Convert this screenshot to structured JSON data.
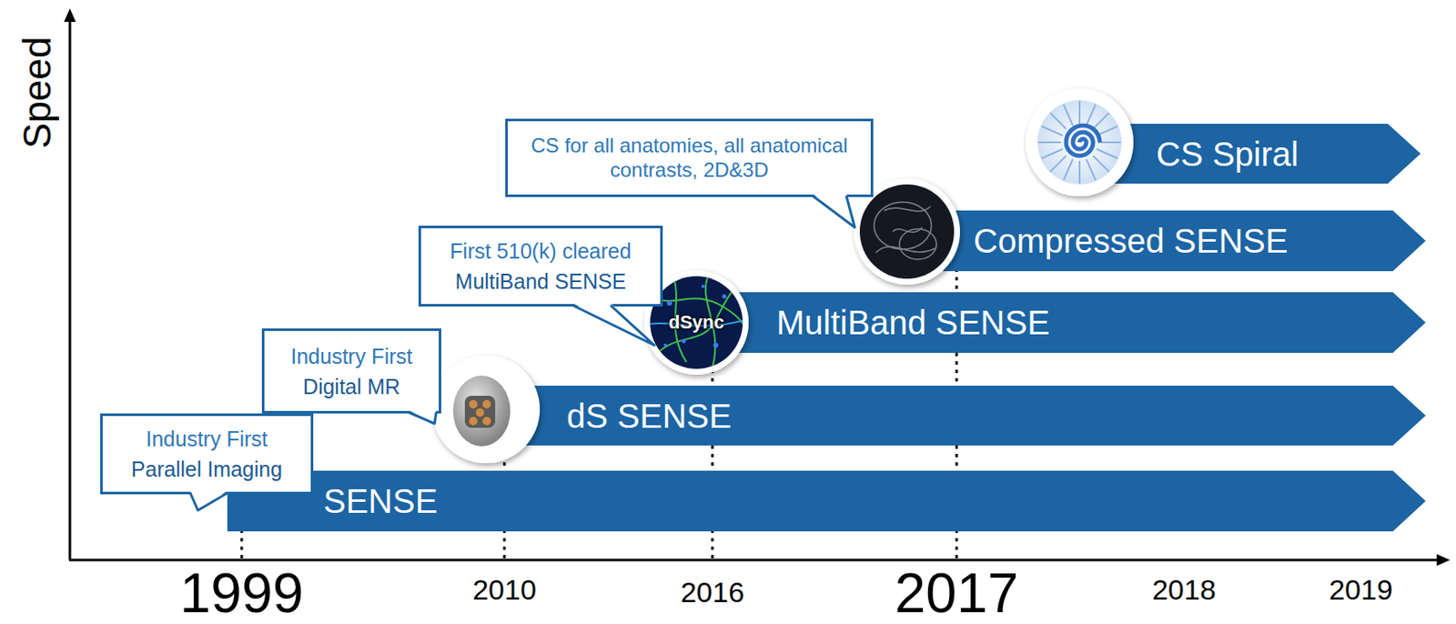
{
  "diagram": {
    "nodes": [
      {
        "text": [
          "CS for all anatomies, all anatomical contrasts, 2D&3D"
        ]
      },
      {
        "text": [
          "CS Spiral"
        ]
      },
      {
        "text": [
          "Compressed SENSE"
        ]
      },
      {
        "text": [
          "First 510(k) cleared",
          "MultiBand SENSE"
        ]
      },
      {
        "text": [
          "dSync"
        ]
      },
      {
        "text": [
          "MultiBand SENSE"
        ]
      },
      {
        "text": [
          "Industry First",
          "Digital MR"
        ]
      },
      {
        "text": [
          "dS SENSE"
        ]
      },
      {
        "text": [
          "Industry First",
          "Parallel Imaging"
        ]
      },
      {
        "text": [
          "SENSE"
        ]
      }
    ],
    "labels": [
      "Speed",
      "1999",
      "2010",
      "2016",
      "2017",
      "2018",
      "2019"
    ]
  }
}
